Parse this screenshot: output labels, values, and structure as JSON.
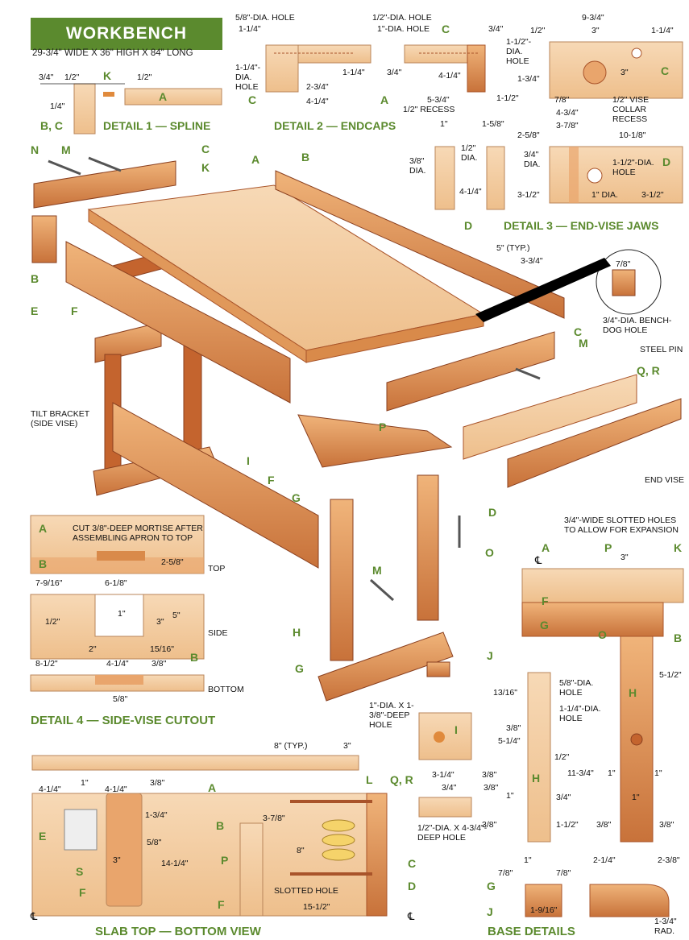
{
  "header": {
    "title": "WORKBENCH",
    "dimensions": "29-3/4\" WIDE X 36\" HIGH X 84\" LONG"
  },
  "captions": {
    "detail1": "DETAIL 1 — SPLINE",
    "detail2": "DETAIL 2 — ENDCAPS",
    "detail3": "DETAIL 3 — END-VISE JAWS",
    "detail4": "DETAIL 4 — SIDE-VISE CUTOUT",
    "slab": "SLAB TOP — BOTTOM VIEW",
    "base": "BASE DETAILS"
  },
  "notes": {
    "cut_mortise": "CUT 3/8\"-DEEP MORTISE AFTER ASSEMBLING APRON TO TOP",
    "top": "TOP",
    "side": "SIDE",
    "bottom": "BOTTOM",
    "tilt_bracket": "TILT BRACKET (SIDE VISE)",
    "steel_pin": "STEEL PIN",
    "end_vise": "END VISE",
    "bench_dog": "3/4\"-DIA. BENCH-DOG HOLE",
    "slotted_holes": "3/4\"-WIDE SLOTTED HOLES TO ALLOW FOR EXPANSION",
    "slotted_hole": "SLOTTED HOLE",
    "five_typ": "5\" (TYP.)",
    "eight_typ": "8\" (TYP.)",
    "hole_58": "5/8\"-DIA. HOLE",
    "hole_12": "1/2\"-DIA. HOLE",
    "hole_1": "1\"-DIA. HOLE",
    "hole_114": "1-1/4\"-DIA. HOLE",
    "recess_12": "1/2\" RECESS",
    "hole_112": "1-1/2\"-DIA. HOLE",
    "collar": "1/2\" VISE COLLAR RECESS",
    "dia_1": "1\" DIA.",
    "dia_34": "3/4\" DIA.",
    "dia_38": "3/8\" DIA.",
    "dia_12": "1/2\" DIA.",
    "deep_hole_1": "1\"-DIA. X 1-3/8\"-DEEP HOLE",
    "deep_hole_2": "1/2\"-DIA. X 4-3/4\"-DEEP HOLE",
    "hole_58b": "5/8\"-DIA. HOLE",
    "hole_114b": "1-1/4\"-DIA. HOLE",
    "rad": "1-3/4\" RAD."
  },
  "dims": {
    "d1": [
      "3/4\"",
      "1/2\"",
      "1/2\"",
      "1/4\""
    ],
    "d2": [
      "5/8\"",
      "1-1/4\"",
      "1-1/4\"",
      "2-3/4\"",
      "4-1/4\"",
      "1-1/4\"",
      "3/4\"",
      "4-1/4\"",
      "5-3/4\"",
      "1-1/2\"",
      "3/4\""
    ],
    "d3": [
      "9-3/4\"",
      "1/2\"",
      "3\"",
      "1-1/4\"",
      "1-3/4\"",
      "3\"",
      "7/8\"",
      "4-3/4\"",
      "3-7/8\"",
      "2-5/8\"",
      "10-1/8\"",
      "3-1/2\"",
      "3-1/2\"",
      "1\"",
      "1-5/8\"",
      "4-1/4\""
    ],
    "exploded": [
      "3-3/4\"",
      "7/8\""
    ],
    "d4": [
      "2-5/8\"",
      "7-9/16\"",
      "6-1/8\"",
      "1\"",
      "1/2\"",
      "3\"",
      "5\"",
      "2\"",
      "15/16\"",
      "8-1/2\"",
      "4-1/4\"",
      "3/8\"",
      "5/8\""
    ],
    "slab": [
      "4-1/4\"",
      "1\"",
      "4-1/4\"",
      "3/8\"",
      "1-3/4\"",
      "5/8\"",
      "3\"",
      "14-1/4\"",
      "3-7/8\"",
      "8\"",
      "15-1/2\"",
      "3\""
    ],
    "base": [
      "3\"",
      "5-1/2\"",
      "13/16\"",
      "3/8\"",
      "5-1/4\"",
      "1/2\"",
      "11-3/4\"",
      "3-1/4\"",
      "3/4\"",
      "3/8\"",
      "3/8\"",
      "1\"",
      "3/8\"",
      "1-1/2\"",
      "3/8\"",
      "3/8\"",
      "1\"",
      "1\"",
      "1\"",
      "7/8\"",
      "7/8\"",
      "1-9/16\"",
      "2-1/4\"",
      "2-3/8\"",
      "3/4\"",
      "1\""
    ]
  },
  "labels": {
    "A": "A",
    "B": "B",
    "C": "C",
    "D": "D",
    "E": "E",
    "F": "F",
    "G": "G",
    "H": "H",
    "I": "I",
    "J": "J",
    "K": "K",
    "L": "L",
    "M": "M",
    "N": "N",
    "O": "O",
    "P": "P",
    "S": "S",
    "QR": "Q, R",
    "BC": "B, C",
    "CL": "℄"
  },
  "colors": {
    "wood": "#d98a4a",
    "wood_light": "#f2c79c",
    "wood_dark": "#a9542a",
    "accent": "#5b8a2e",
    "line": "#222222"
  }
}
